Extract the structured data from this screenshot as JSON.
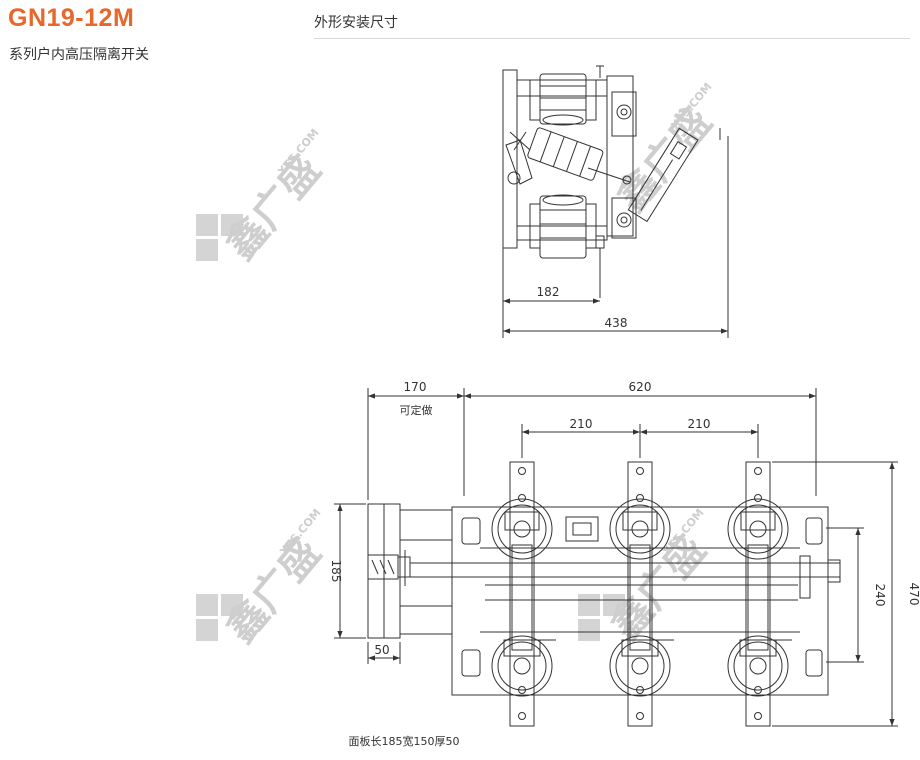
{
  "header": {
    "model": "GN19-12M",
    "subtitle": "系列户内高压隔离开关",
    "section_title": "外形安装尺寸"
  },
  "side_view": {
    "dims": {
      "d182": "182",
      "d438": "438"
    }
  },
  "front_view": {
    "dims": {
      "d170": "170",
      "d620": "620",
      "d210a": "210",
      "d210b": "210",
      "d185": "185",
      "d240": "240",
      "d470": "470",
      "d50": "50"
    },
    "note_custom": "可定做",
    "note_panel": "面板长185宽150厚50"
  },
  "watermark": {
    "cn": "鑫广盛",
    "en": "XFS.COM"
  },
  "colors": {
    "accent": "#e8672a",
    "line": "#333333",
    "watermark": "#d0d0d0"
  }
}
